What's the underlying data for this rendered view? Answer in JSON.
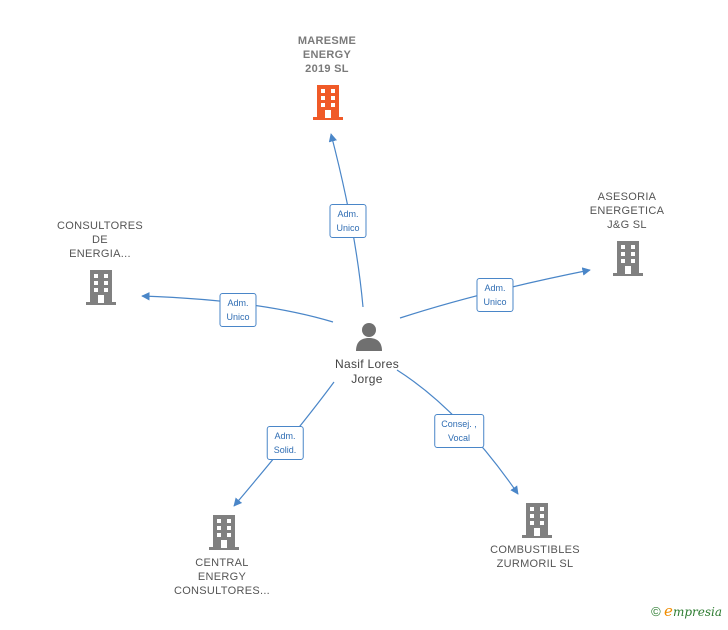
{
  "person": {
    "name": "Nasif Lores\nJorge"
  },
  "companies": [
    {
      "id": "maresme",
      "name": "MARESME\nENERGY\n2019  SL",
      "highlight": true
    },
    {
      "id": "asesoria",
      "name": "ASESORIA\nENERGETICA\nJ&G  SL",
      "highlight": false
    },
    {
      "id": "consultores",
      "name": "CONSULTORES\nDE\nENERGIA...",
      "highlight": false
    },
    {
      "id": "central",
      "name": "CENTRAL\nENERGY\nCONSULTORES...",
      "highlight": false
    },
    {
      "id": "combustibles",
      "name": "COMBUSTIBLES\nZURMORIL  SL",
      "highlight": false
    }
  ],
  "relations": [
    {
      "to": "maresme",
      "label": "Adm.\nUnico"
    },
    {
      "to": "asesoria",
      "label": "Adm.\nUnico"
    },
    {
      "to": "consultores",
      "label": "Adm.\nUnico"
    },
    {
      "to": "central",
      "label": "Adm.\nSolid."
    },
    {
      "to": "combustibles",
      "label": "Consej. ,\nVocal"
    }
  ],
  "colors": {
    "edge": "#4a86c8",
    "highlight": "#f05a28",
    "building": "#808080",
    "person": "#707070"
  },
  "footer": {
    "copyright": "©",
    "brand_first": "e",
    "brand_rest": "mpresia"
  }
}
